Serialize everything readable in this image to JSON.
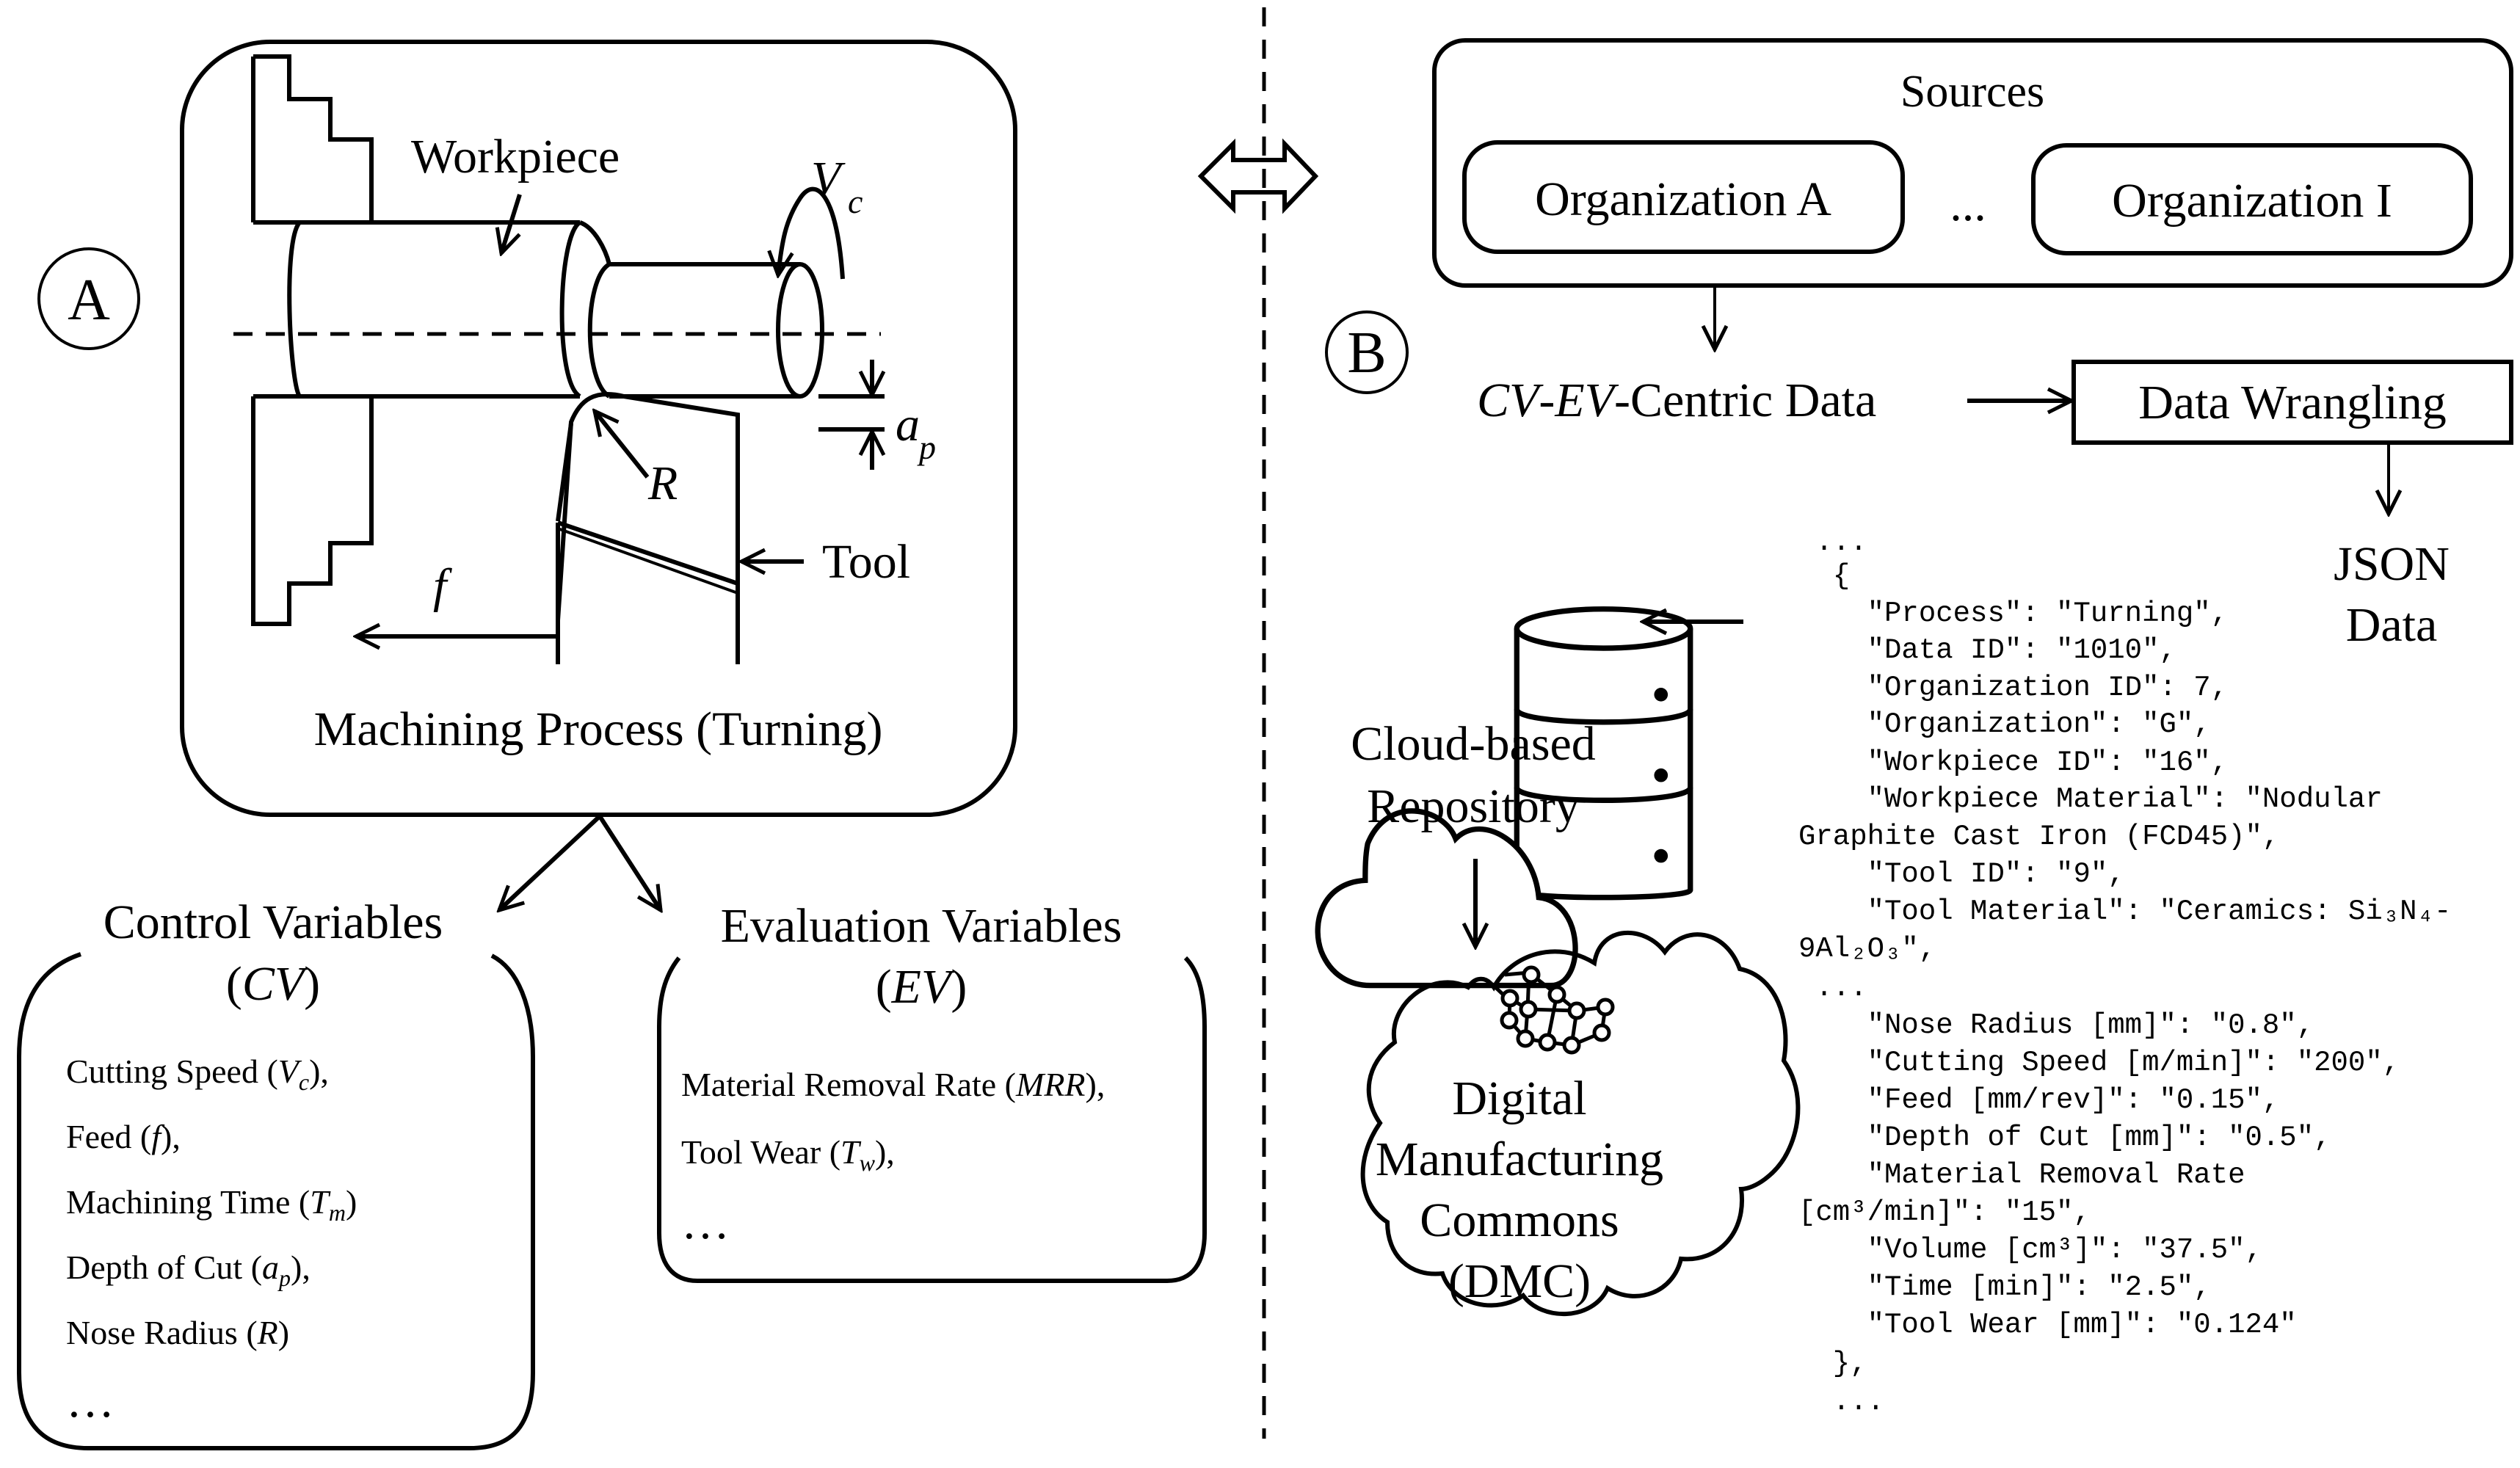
{
  "panel_a": {
    "label": "A",
    "process_box": {
      "workpiece_label": "Workpiece",
      "cutting_speed_symbol": "V",
      "cutting_speed_sub": "c",
      "depth_symbol": "a",
      "depth_sub": "p",
      "nose_radius_symbol": "R",
      "tool_label": "Tool",
      "feed_symbol": "f",
      "caption": "Machining Process (Turning)"
    },
    "control_variables": {
      "title": "Control Variables",
      "abbrev_open": "(",
      "abbrev": "CV",
      "abbrev_close": ")",
      "items": [
        {
          "name": "Cutting Speed (",
          "sym": "V",
          "sub": "c",
          "tail": "),"
        },
        {
          "name": "Feed (",
          "sym": "f",
          "sub": "",
          "tail": "),"
        },
        {
          "name": "Machining Time (",
          "sym": "T",
          "sub": "m",
          "tail": ")"
        },
        {
          "name": "Depth of Cut (",
          "sym": "a",
          "sub": "p",
          "tail": "),"
        },
        {
          "name": "Nose Radius (",
          "sym": "R",
          "sub": "",
          "tail": ")"
        }
      ],
      "ellipsis": "…"
    },
    "evaluation_variables": {
      "title": "Evaluation Variables",
      "abbrev_open": "(",
      "abbrev": "EV",
      "abbrev_close": ")",
      "items": [
        {
          "name": "Material Removal Rate (",
          "sym": "MRR",
          "sub": "",
          "tail": "),"
        },
        {
          "name": "Tool Wear (",
          "sym": "T",
          "sub": "w",
          "tail": "),"
        }
      ],
      "ellipsis": "…"
    }
  },
  "panel_b": {
    "label": "B",
    "sources": {
      "title": "Sources",
      "org_first": "Organization A",
      "org_ellipsis": "...",
      "org_last": "Organization I"
    },
    "cv_ev_data": {
      "cv": "CV",
      "dash1": "-",
      "ev": "EV",
      "rest": "-Centric Data"
    },
    "data_wrangling": "Data Wrangling",
    "json_label_line1": "JSON",
    "json_label_line2": "Data",
    "repository_line1": "Cloud-based",
    "repository_line2": "Repository",
    "dmc_lines": [
      "Digital",
      "Manufacturing",
      "Commons",
      "(DMC)"
    ],
    "json_lines": [
      " ...",
      "  {",
      "    \"Process\": \"Turning\",",
      "    \"Data ID\": \"1010\",",
      "    \"Organization ID\": 7,",
      "    \"Organization\": \"G\",",
      "    \"Workpiece ID\": \"16\",",
      "    \"Workpiece Material\": \"Nodular",
      "Graphite Cast Iron (FCD45)\",",
      "    \"Tool ID\": \"9\",",
      "    \"Tool Material\": \"Ceramics: Si₃N₄-",
      "9Al₂O₃\",",
      " ...",
      "    \"Nose Radius [mm]\": \"0.8\",",
      "    \"Cutting Speed [m/min]\": \"200\",",
      "    \"Feed [mm/rev]\": \"0.15\",",
      "    \"Depth of Cut [mm]\": \"0.5\",",
      "    \"Material Removal Rate",
      "[cm³/min]\": \"15\",",
      "    \"Volume [cm³]\": \"37.5\",",
      "    \"Time [min]\": \"2.5\",",
      "    \"Tool Wear [mm]\": \"0.124\"",
      "  },",
      "  ..."
    ]
  }
}
